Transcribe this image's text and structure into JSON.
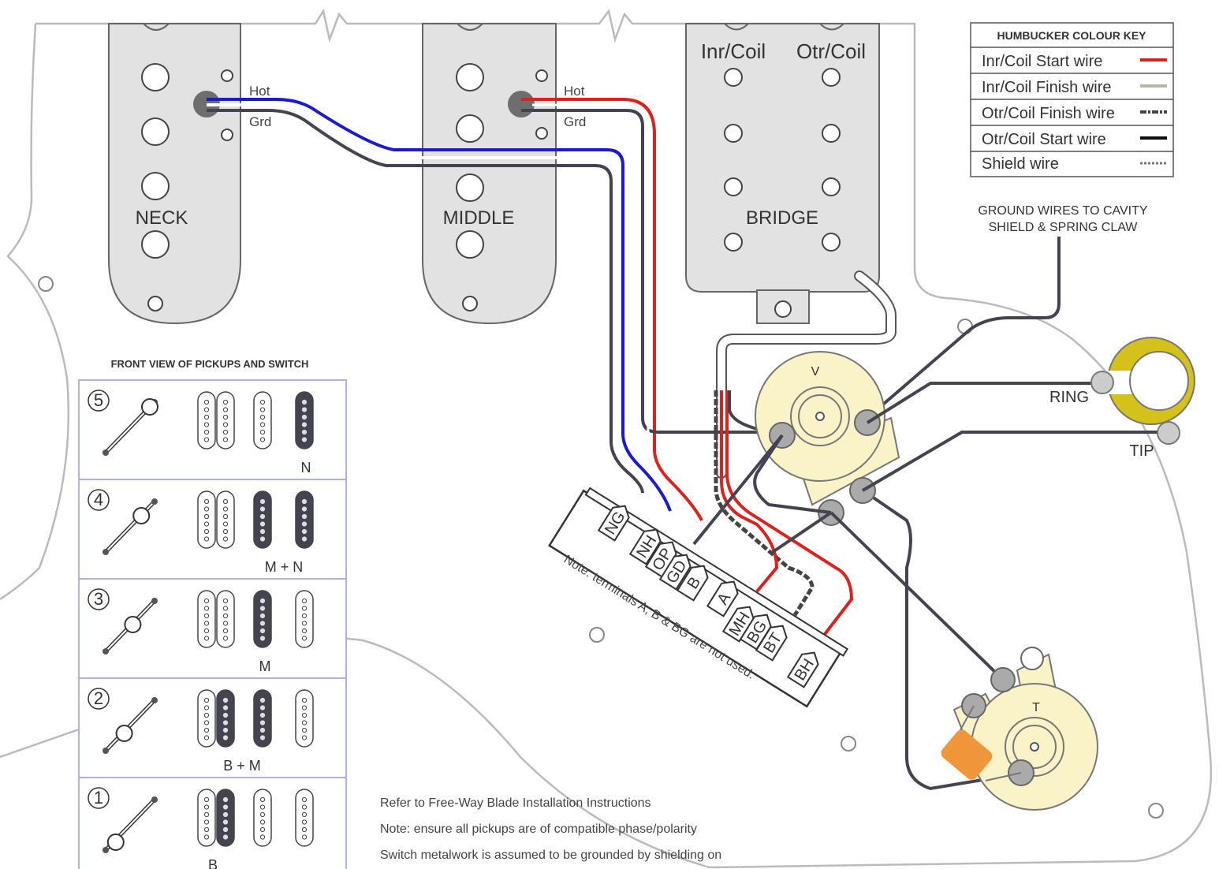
{
  "pickups": {
    "neck": {
      "name": "NECK",
      "hot": "Hot",
      "ground": "Grd"
    },
    "middle": {
      "name": "MIDDLE",
      "hot": "Hot",
      "ground": "Grd"
    },
    "bridge": {
      "name": "BRIDGE",
      "inner_coil": "Inr/Coil",
      "outer_coil": "Otr/Coil"
    }
  },
  "colour_key": {
    "title": "HUMBUCKER COLOUR KEY",
    "items": [
      {
        "label": "Inr/Coil Start wire",
        "color": "#e0201a"
      },
      {
        "label": "Inr/Coil Finish wire",
        "color": "#b8b8a8"
      },
      {
        "label": "Otr/Coil Finish wire",
        "color": "#444444"
      },
      {
        "label": "Otr/Coil Start wire",
        "color": "#111111"
      },
      {
        "label": "Shield wire",
        "color": "#777777"
      }
    ]
  },
  "ground_note": {
    "line1": "GROUND WIRES TO CAVITY",
    "line2": "SHIELD & SPRING CLAW"
  },
  "jack": {
    "ring": "RING",
    "tip": "TIP"
  },
  "pots": {
    "volume": "V",
    "tone": "T"
  },
  "switch": {
    "terminals_top": [
      "NG",
      "NH",
      "OP",
      "GD",
      "B"
    ],
    "terminals_bottom": [
      "A",
      "MH",
      "BG",
      "BT",
      "BH"
    ],
    "note": "Note: terminals A, B & BG are not used."
  },
  "front_view": {
    "title": "FRONT VIEW OF PICKUPS AND SWITCH",
    "positions": [
      {
        "number": "5",
        "selection": "N"
      },
      {
        "number": "4",
        "selection": "M  +  N"
      },
      {
        "number": "3",
        "selection": "M"
      },
      {
        "number": "2",
        "selection": "B  +  M"
      },
      {
        "number": "1",
        "selection": "B"
      }
    ]
  },
  "notes": {
    "line1": "Refer to Free-Way Blade Installation Instructions",
    "line2": "Note: ensure all pickups are of compatible phase/polarity",
    "line3": "Switch metalwork is assumed to be grounded by shielding on"
  },
  "colors": {
    "hot_blue": "#1a1ad0",
    "hot_red": "#e0201a",
    "ground_dark": "#444450",
    "pickup_fill": "#e2e2e2",
    "pot_fill": "#fbf3c8",
    "jack_ring": "#d4c21a",
    "capacitor": "#f0963a",
    "frame_blue": "#b0b0e8"
  }
}
